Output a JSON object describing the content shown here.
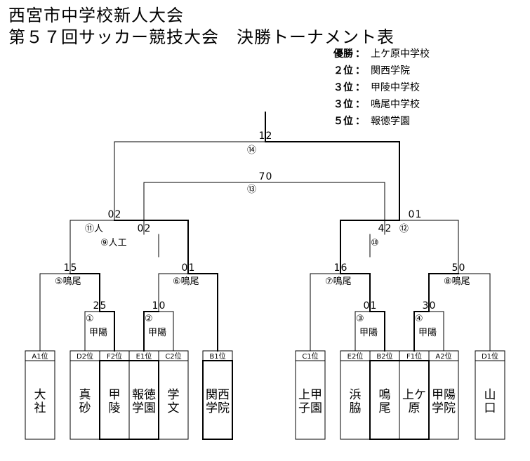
{
  "header": {
    "title_line1": "西宮市中学校新人大会",
    "title_line2": "第５７回サッカー競技大会　決勝トーナメント表"
  },
  "results": [
    {
      "rank": "優勝",
      "colon": "：",
      "school": "上ケ原中学校"
    },
    {
      "rank": "２位",
      "colon": "：",
      "school": "関西学院"
    },
    {
      "rank": "３位",
      "colon": "：",
      "school": "甲陵中学校"
    },
    {
      "rank": "３位",
      "colon": "：",
      "school": "鳴尾中学校"
    },
    {
      "rank": "５位",
      "colon": "：",
      "school": "報徳学園"
    }
  ],
  "teams": [
    {
      "seed": "A1位",
      "name": [
        "大",
        "社"
      ]
    },
    {
      "seed": "D2位",
      "name": [
        "真",
        "砂"
      ]
    },
    {
      "seed": "F2位",
      "name": [
        "甲",
        "陵"
      ]
    },
    {
      "seed": "E1位",
      "name": [
        "報徳",
        "学園"
      ]
    },
    {
      "seed": "C2位",
      "name": [
        "学",
        "文"
      ]
    },
    {
      "seed": "B1位",
      "name": [
        "関西",
        "学院"
      ]
    },
    {
      "seed": "C1位",
      "name": [
        "上甲",
        "子園"
      ]
    },
    {
      "seed": "E2位",
      "name": [
        "浜",
        "脇"
      ]
    },
    {
      "seed": "B2位",
      "name": [
        "鳴",
        "尾"
      ]
    },
    {
      "seed": "F1位",
      "name": [
        "上ケ",
        "原"
      ]
    },
    {
      "seed": "A2位",
      "name": [
        "甲陽",
        "学院"
      ]
    },
    {
      "seed": "D1位",
      "name": [
        "山",
        "口"
      ]
    }
  ],
  "matches": [
    {
      "id": "m1",
      "label": "①",
      "sub": "甲陽",
      "score_l": "2",
      "score_r": "5"
    },
    {
      "id": "m2",
      "label": "②",
      "sub": "甲陽",
      "score_l": "1",
      "score_r": "0"
    },
    {
      "id": "m3",
      "label": "③",
      "sub": "甲陽",
      "score_l": "0",
      "score_r": "1"
    },
    {
      "id": "m4",
      "label": "④",
      "sub": "甲陽",
      "score_l": "3",
      "score_r": "0"
    },
    {
      "id": "m5",
      "label": "⑤鳴尾",
      "score_l": "1",
      "score_r": "5"
    },
    {
      "id": "m6",
      "label": "⑥鳴尾",
      "score_l": "0",
      "score_r": "1"
    },
    {
      "id": "m7",
      "label": "⑦鳴尾",
      "score_l": "1",
      "score_r": "6"
    },
    {
      "id": "m8",
      "label": "⑧鳴尾",
      "score_l": "5",
      "score_r": "0"
    },
    {
      "id": "m9",
      "label": "⑨人工",
      "score_l": "0",
      "score_r": "2"
    },
    {
      "id": "m10",
      "label": "⑩",
      "score_l": "4",
      "score_r": "2"
    },
    {
      "id": "m11",
      "label": "⑪人",
      "score_l": "0",
      "score_r": "2"
    },
    {
      "id": "m12",
      "label": "⑫",
      "score_l": "0",
      "score_r": "1"
    },
    {
      "id": "m13",
      "label": "⑬",
      "score_l": "7",
      "score_r": "0"
    },
    {
      "id": "m14",
      "label": "⑭",
      "score_l": "1",
      "score_r": "2"
    }
  ]
}
